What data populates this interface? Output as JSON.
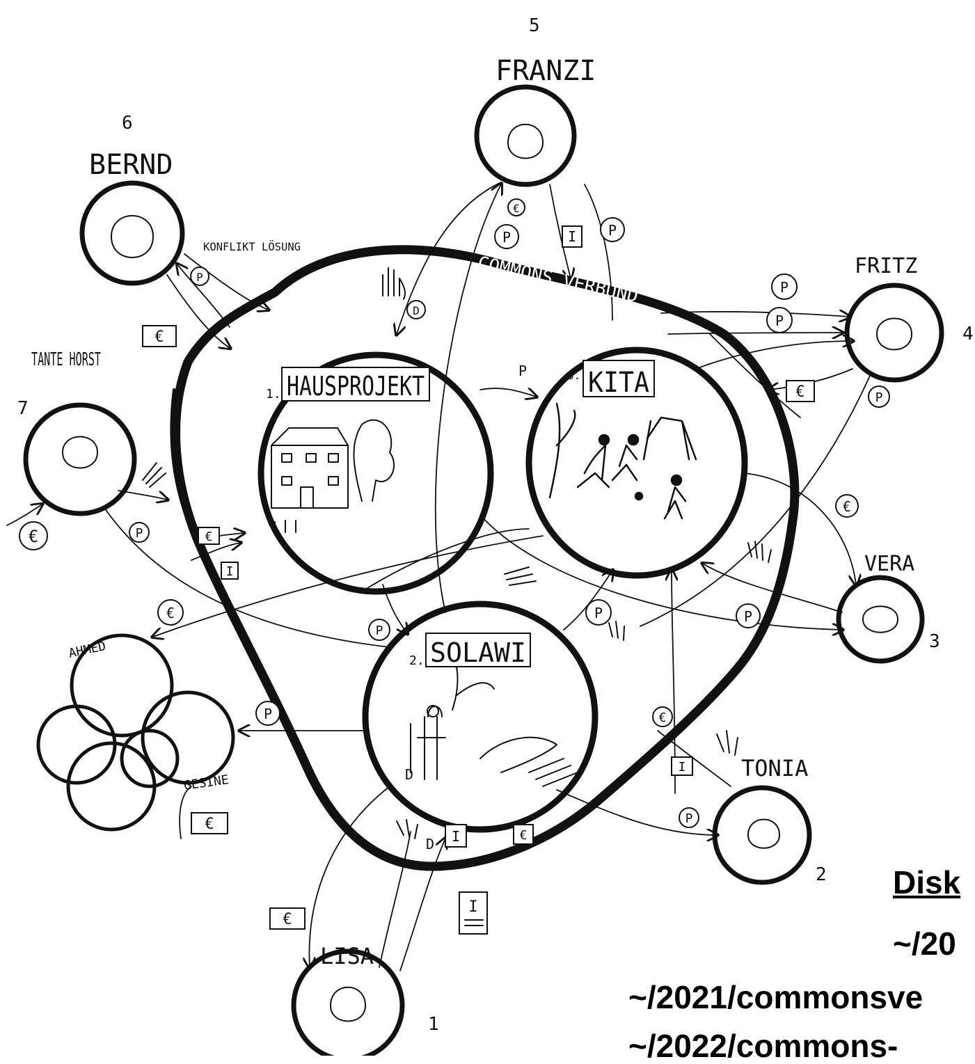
{
  "diagram": {
    "ring_label": "COMMONS VERBUND",
    "projects": [
      {
        "number": "1.",
        "name": "HAUSPROJEKT"
      },
      {
        "number": "3.",
        "name": "KITA"
      },
      {
        "number": "2.",
        "name": "SOLAWI"
      }
    ],
    "people": [
      {
        "number": "1",
        "name": "LISA"
      },
      {
        "number": "2",
        "name": "TONIA"
      },
      {
        "number": "3",
        "name": "VERA"
      },
      {
        "number": "4",
        "name": "FRITZ"
      },
      {
        "number": "5",
        "name": "FRANZI"
      },
      {
        "number": "6",
        "name": "BERND"
      },
      {
        "number": "7",
        "name": "TANTE HORST"
      }
    ],
    "group": {
      "names": [
        "AHMED",
        "GESINE"
      ]
    },
    "annotation": "KONFLIKT LÖSUNG",
    "symbols": {
      "euro": "€",
      "p": "P",
      "i": "I",
      "d": "D"
    }
  },
  "overlay": {
    "heading": "Disk",
    "line1": "~/20",
    "line2": "~/2021/commonsve",
    "line3": "~/2022/commons-"
  }
}
